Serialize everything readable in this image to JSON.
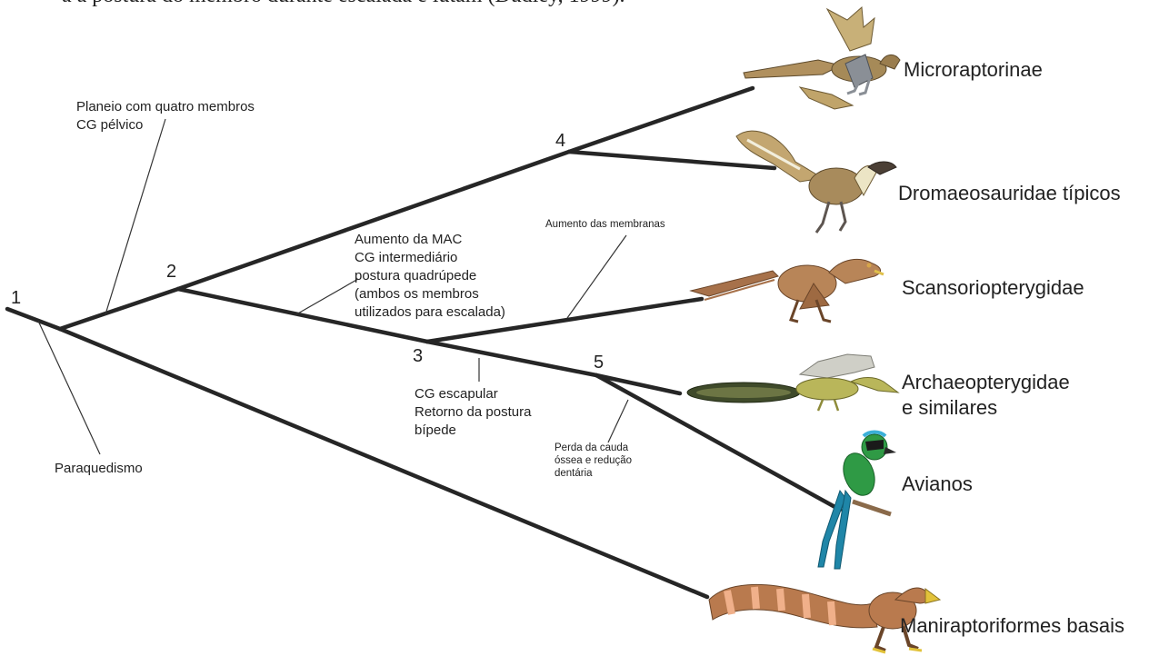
{
  "caption_fragment": "a a postura do membro durante escalada e lutam (Dudley, 1999).",
  "nodes": [
    "1",
    "2",
    "3",
    "4",
    "5"
  ],
  "taxa": {
    "microraptorinae": "Microraptorinae",
    "dromaeosauridae": "Dromaeosauridae típicos",
    "scansoriopterygidae": "Scansoriopterygidae",
    "archaeopterygidae_1": "Archaeopterygidae",
    "archaeopterygidae_2": "e similares",
    "avianos": "Avianos",
    "maniraptoriformes": "Maniraptoriformes basais"
  },
  "annotations": {
    "planeio_1": "Planeio com quatro membros",
    "planeio_2": "CG pélvico",
    "paraquedismo": "Paraquedismo",
    "aumento_mac_1": "Aumento da MAC",
    "aumento_mac_2": "CG intermediário",
    "aumento_mac_3": "postura quadrúpede",
    "aumento_mac_4": "(ambos os membros",
    "aumento_mac_5": "utilizados para escalada)",
    "membranas": "Aumento das membranas",
    "escapular_1": "CG escapular",
    "escapular_2": "Retorno da postura",
    "escapular_3": "bípede",
    "perda_1": "Perda da cauda",
    "perda_2": "óssea e redução",
    "perda_3": "dentária"
  },
  "colors": {
    "branch": "#262626",
    "dromaeosaur_brown": "#9c7a4e",
    "scansoriopterygid": "#b27b4e",
    "archaeopteryx_yellow": "#b9b65a",
    "archaeopteryx_tail": "#3f4a2a",
    "bird_green": "#2f9a45",
    "bird_blue": "#1f86a8",
    "maniraptoriform": "#b97a4e",
    "maniraptoriform_stripe": "#f0b08a"
  }
}
